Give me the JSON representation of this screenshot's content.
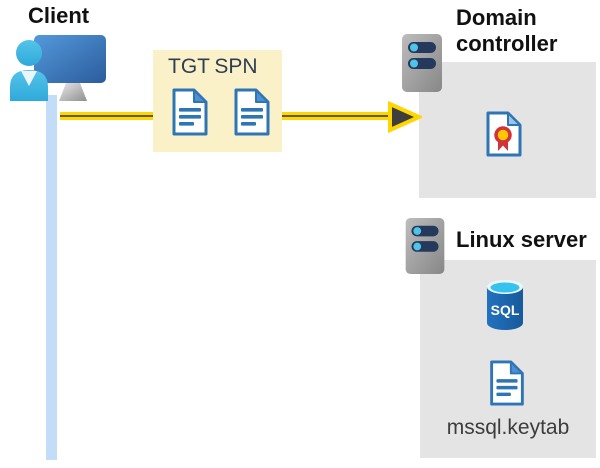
{
  "client": {
    "label": "Client"
  },
  "ticket_box": {
    "tgt_label": "TGT",
    "spn_label": "SPN"
  },
  "domain_controller": {
    "label": "Domain controller"
  },
  "linux_server": {
    "label": "Linux server",
    "sql_label": "SQL",
    "keytab_label": "mssql.keytab"
  },
  "colors": {
    "arrow_yellow": "#FFD600",
    "arrow_core_olive": "#5F5C25",
    "arrowhead_dark": "#3E3E3C",
    "ticket_box_bg": "#FAF1C9",
    "client_line_blue": "#C3DCF8",
    "panel_gray": "#E4E4E4",
    "document_blue": "#2E75B6",
    "document_fold_blue": "#4E8FD0",
    "sql_body_blue": "#1F6BB5",
    "sql_top_cyan": "#35C2EC",
    "certificate_red": "#D13438",
    "certificate_gold": "#FFC700",
    "server_body_gray": "#9E9E9E",
    "server_bar_navy": "#24395B",
    "server_dot_cyan": "#4FC3E8",
    "monitor_blue": "#3C74B8",
    "person_cyan": "#3FB9E4"
  }
}
